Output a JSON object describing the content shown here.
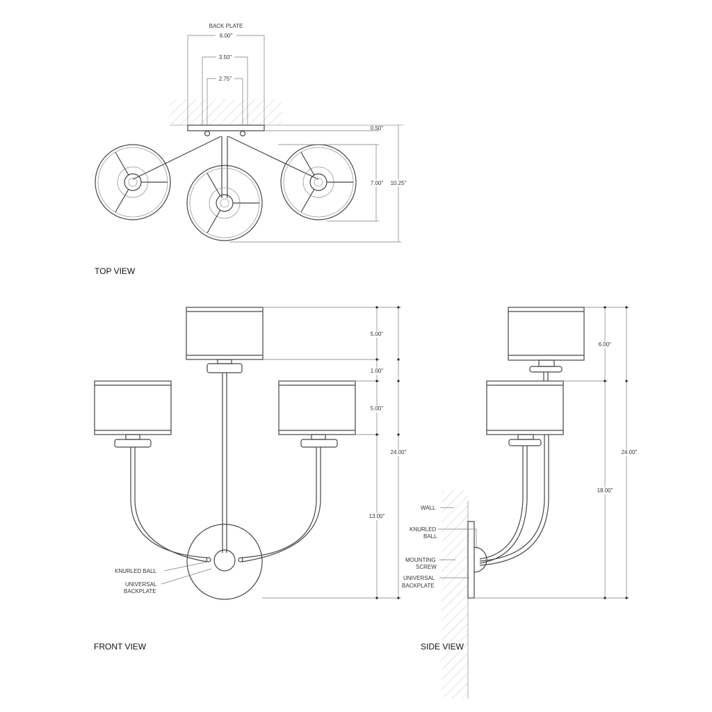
{
  "top_view": {
    "title": "TOP VIEW",
    "back_plate_label": "BACK PLATE",
    "dims": {
      "width": "6.00\"",
      "mount_outer": "3.50\"",
      "mount_inner": "2.75\"",
      "plate_depth": "0.50\"",
      "shade_depth": "7.00\"",
      "overall_depth": "10.25\""
    }
  },
  "front_view": {
    "title": "FRONT VIEW",
    "dims": {
      "top_shade": "5.00\"",
      "gap": "1.00\"",
      "side_shade": "5.00\"",
      "lower": "13.00\"",
      "overall": "24.00\""
    },
    "labels": {
      "knurled_ball": "KNURLED BALL",
      "universal_1": "UNIVERSAL",
      "universal_2": "BACKPLATE"
    }
  },
  "side_view": {
    "title": "SIDE VIEW",
    "dims": {
      "top_shade": "6.00\"",
      "lower": "18.00\"",
      "overall": "24.00\""
    },
    "labels": {
      "wall": "WALL",
      "knurled_1": "KNURLED",
      "knurled_2": "BALL",
      "mounting_1": "MOUNTING",
      "mounting_2": "SCREW",
      "universal_1": "UNIVERSAL",
      "universal_2": "BACKPLATE"
    }
  }
}
